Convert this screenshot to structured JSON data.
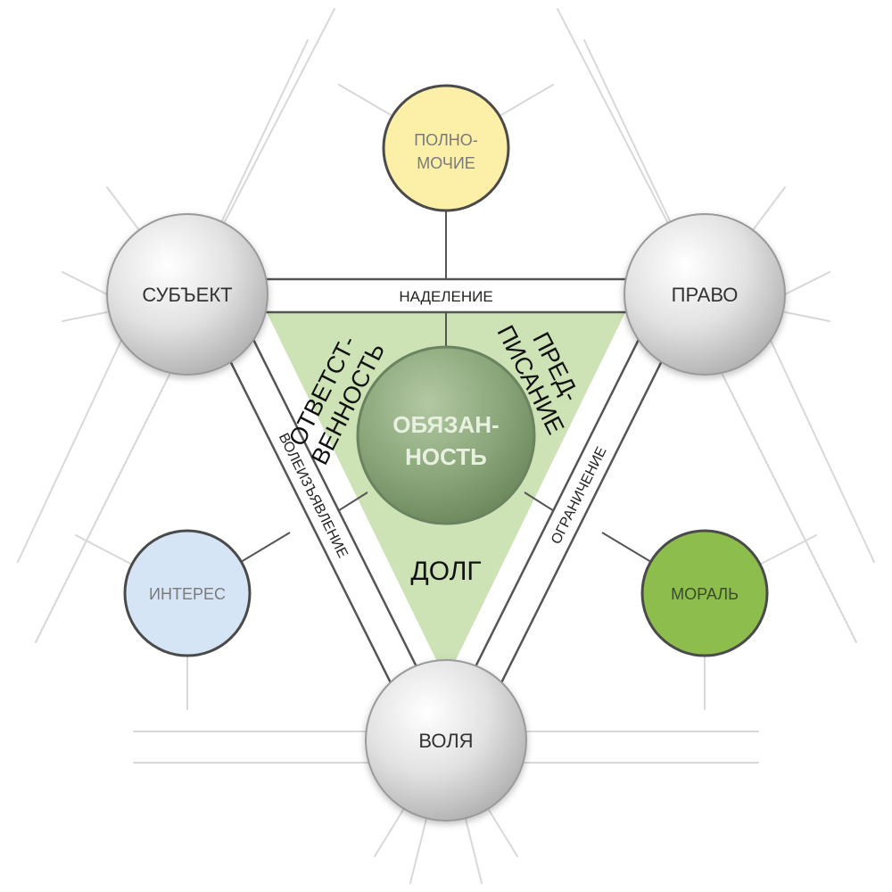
{
  "nodes": {
    "subject": "СУБЪЕКТ",
    "law": "ПРАВО",
    "will": "ВОЛЯ",
    "authority": [
      "ПОЛНО-",
      "МОЧИЕ"
    ],
    "interest": "ИНТЕРЕС",
    "morality": "МОРАЛЬ",
    "duty": [
      "ОБЯЗАН-",
      "НОСТЬ"
    ]
  },
  "edges": {
    "top": "НАДЕЛЕНИЕ",
    "left": "ВОЛЕИЗЪЯВЛЕНИЕ",
    "right": "ОГРАНИЧЕНИЕ"
  },
  "sectors": {
    "responsibility": [
      "ОТВЕТСТ-",
      "ВЕННОСТЬ"
    ],
    "prescription": [
      "ПРЕД-",
      "ПИСАНИЕ"
    ],
    "debt": "ДОЛГ"
  },
  "colors": {
    "triangle": "#cde3b6",
    "authority": "#fcefa8",
    "interest": "#d5e5f6",
    "morality": "#8dbd4d",
    "duty": "#8aa67a"
  }
}
